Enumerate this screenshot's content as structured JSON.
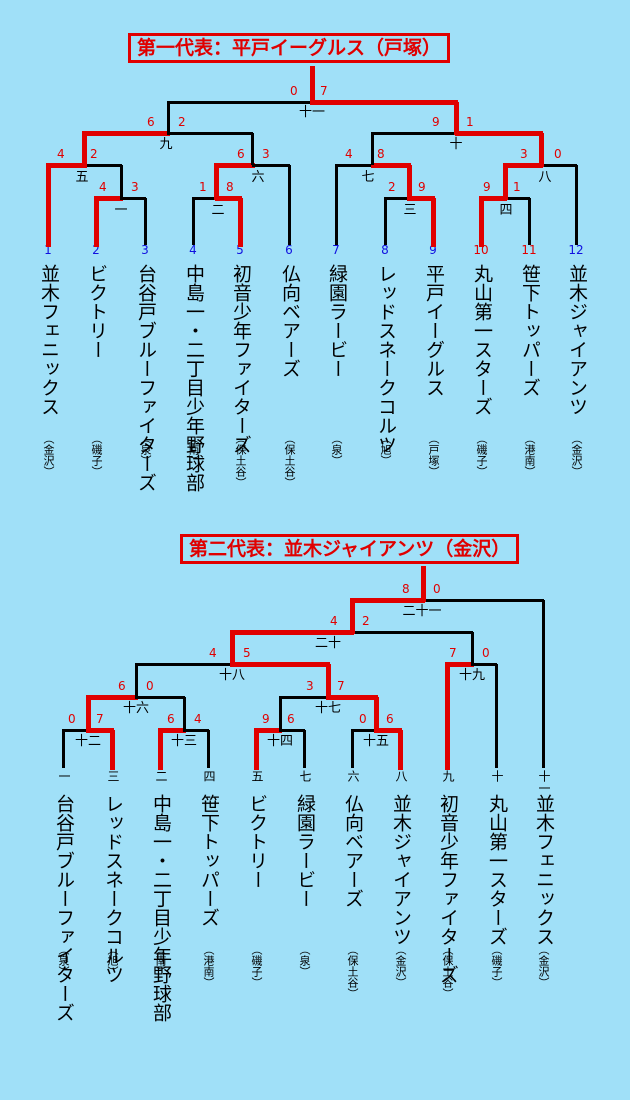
{
  "bracket1": {
    "title": "第一代表：平戸イーグルス（戸塚）",
    "teams": [
      {
        "no": "1",
        "name": "並木フェニックス",
        "area": "（金沢）"
      },
      {
        "no": "2",
        "name": "ビクトリー",
        "area": "（磯子）"
      },
      {
        "no": "3",
        "name": "台谷戸ブルーファイターズ",
        "area": "（泉）"
      },
      {
        "no": "4",
        "name": "中島一・二丁目少年野球部",
        "area": "（南）"
      },
      {
        "no": "5",
        "name": "初音少年ファイターズ",
        "area": "（保土谷）"
      },
      {
        "no": "6",
        "name": "仏向ベアーズ",
        "area": "（保土谷）"
      },
      {
        "no": "7",
        "name": "緑園ラービー",
        "area": "（泉）"
      },
      {
        "no": "8",
        "name": "レッドスネークコルツ",
        "area": "（旭）"
      },
      {
        "no": "9",
        "name": "平戸イーグルス",
        "area": "（戸塚）"
      },
      {
        "no": "10",
        "name": "丸山第一スターズ",
        "area": "（磯子）"
      },
      {
        "no": "11",
        "name": "笹下トッパーズ",
        "area": "（港南）"
      },
      {
        "no": "12",
        "name": "並木ジャイアンツ",
        "area": "（金沢）"
      }
    ],
    "games": [
      {
        "label": "一",
        "left": "4",
        "right": "3"
      },
      {
        "label": "二",
        "left": "1",
        "right": "8"
      },
      {
        "label": "三",
        "left": "2",
        "right": "9"
      },
      {
        "label": "四",
        "left": "9",
        "right": "1"
      },
      {
        "label": "五",
        "left": "4",
        "right": "2"
      },
      {
        "label": "六",
        "left": "6",
        "right": "3"
      },
      {
        "label": "七",
        "left": "4",
        "right": "8"
      },
      {
        "label": "八",
        "left": "3",
        "right": "0"
      },
      {
        "label": "九",
        "left": "6",
        "right": "2"
      },
      {
        "label": "十",
        "left": "9",
        "right": "1"
      },
      {
        "label": "十一",
        "left": "0",
        "right": "7"
      }
    ]
  },
  "bracket2": {
    "title": "第二代表：並木ジャイアンツ（金沢）",
    "teams": [
      {
        "game": "一",
        "name": "台谷戸ブルーファイターズ",
        "area": "（泉）"
      },
      {
        "game": "三",
        "name": "レッドスネークコルツ",
        "area": "（旭）"
      },
      {
        "game": "二",
        "name": "中島一・二丁目少年野球部",
        "area": "（南）"
      },
      {
        "game": "四",
        "name": "笹下トッパーズ",
        "area": "（港南）"
      },
      {
        "game": "五",
        "name": "ビクトリー",
        "area": "（磯子）"
      },
      {
        "game": "七",
        "name": "緑園ラービー",
        "area": "（泉）"
      },
      {
        "game": "六",
        "name": "仏向ベアーズ",
        "area": "（保土谷）"
      },
      {
        "game": "八",
        "name": "並木ジャイアンツ",
        "area": "（金沢）"
      },
      {
        "game": "九",
        "name": "初音少年ファイターズ",
        "area": "（保土谷）"
      },
      {
        "game": "十",
        "name": "丸山第一スターズ",
        "area": "（磯子）"
      },
      {
        "game": "十一",
        "name": "並木フェニックス",
        "area": "（金沢）"
      }
    ],
    "games": [
      {
        "label": "十二",
        "left": "0",
        "right": "7"
      },
      {
        "label": "十三",
        "left": "6",
        "right": "4"
      },
      {
        "label": "十四",
        "left": "9",
        "right": "6"
      },
      {
        "label": "十五",
        "left": "0",
        "right": "6"
      },
      {
        "label": "十六",
        "left": "6",
        "right": "0"
      },
      {
        "label": "十七",
        "left": "3",
        "right": "7"
      },
      {
        "label": "十八",
        "left": "4",
        "right": "5"
      },
      {
        "label": "十九",
        "left": "7",
        "right": "0"
      },
      {
        "label": "二十",
        "left": "4",
        "right": "2"
      },
      {
        "label": "二十一",
        "left": "8",
        "right": "0"
      }
    ]
  },
  "colors": {
    "background": "#a0e0f8",
    "winner": "#e00000",
    "number": "#1010e0",
    "line": "#000000"
  }
}
